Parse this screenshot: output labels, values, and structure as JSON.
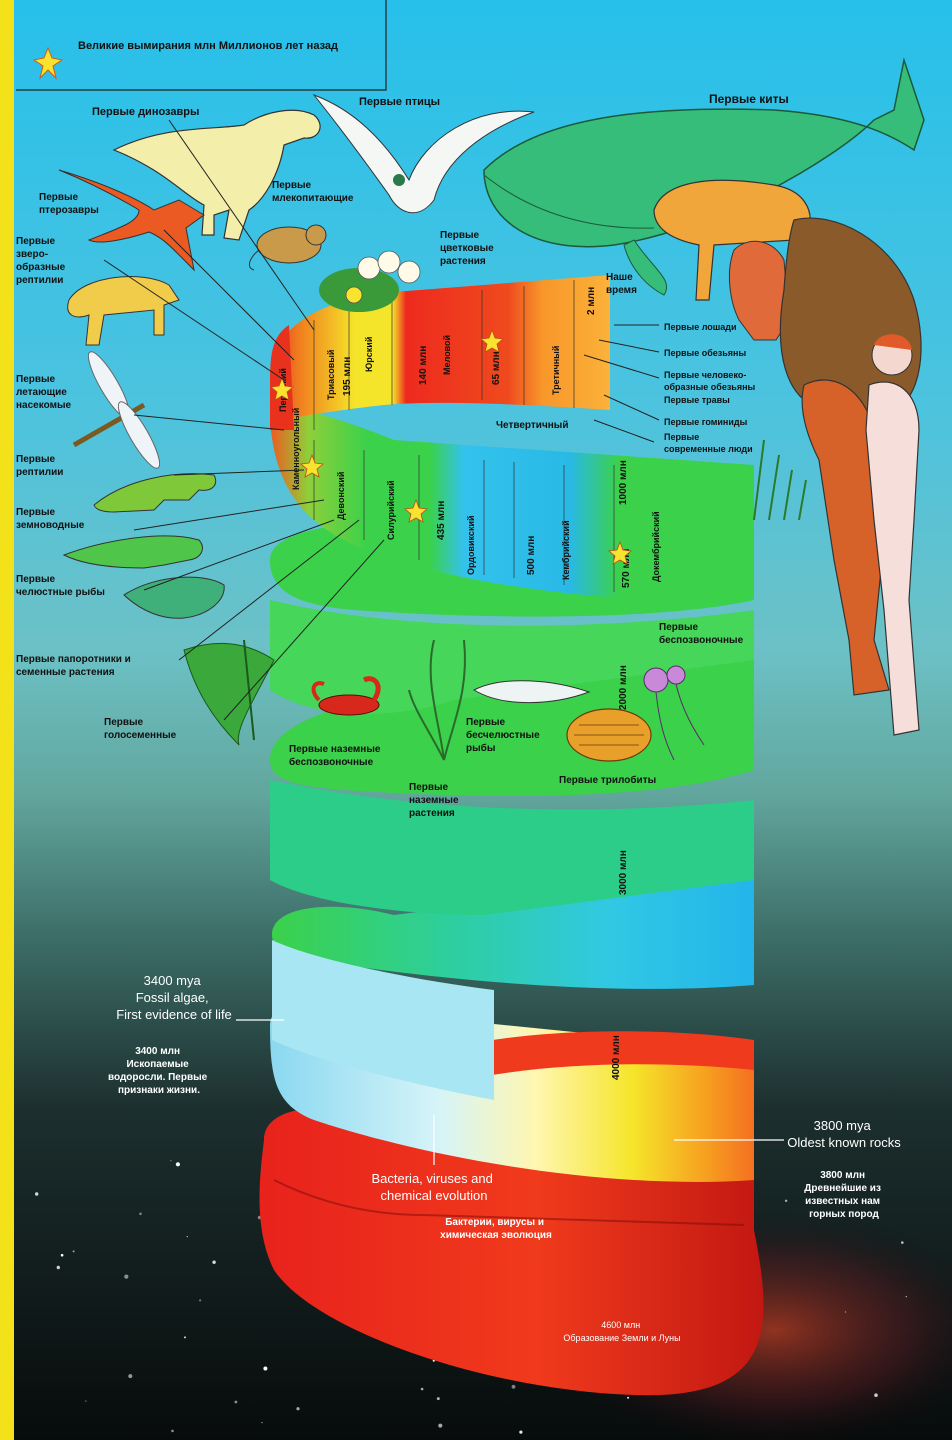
{
  "colors": {
    "frame": "#f3e21a",
    "sky_top": "#2cc3ea",
    "sky_mid": "#5fc6cf",
    "space_dark": "#0a1010",
    "band_red": "#ee2a1e",
    "band_orange": "#f78a1e",
    "band_yellow": "#f5e52a",
    "band_green": "#3bd14a",
    "band_cyan": "#27c2ee",
    "band_light": "#bdeff6"
  },
  "legend": {
    "text": "Великие вымирания млн Миллионов лет назад",
    "icon": "star-burst-icon"
  },
  "top_labels": {
    "first_dinosaurs": "Первые динозавры",
    "first_birds": "Первые птицы",
    "first_whales": "Первые киты",
    "first_mammals": [
      "Первые",
      "млекопитающие"
    ],
    "first_pterosaurs": [
      "Первые",
      "птерозавры"
    ],
    "first_theromorphs": [
      "Первые",
      "зверо-",
      "образные",
      "рептилии"
    ],
    "first_flowering": [
      "Первые",
      "цветковые",
      "растения"
    ],
    "our_time": [
      "Наше",
      "время"
    ]
  },
  "left_labels": {
    "flying_insects": [
      "Первые",
      "летающие",
      "насекомые"
    ],
    "reptiles": [
      "Первые",
      "рептилии"
    ],
    "amphibians": [
      "Первые",
      "земноводные"
    ],
    "jawed_fish": [
      "Первые",
      "челюстные рыбы"
    ],
    "ferns": [
      "Первые папоротники и",
      "семенные растения"
    ],
    "gymnosperms": [
      "Первые",
      "голосеменные"
    ]
  },
  "right_labels": {
    "horses": "Первые лошади",
    "monkeys": "Первые обезьяны",
    "apes": [
      "Первые человеко-",
      "образные обезьяны"
    ],
    "grasses": "Первые травы",
    "hominids": "Первые гоминиды",
    "modern_humans": [
      "Первые",
      "современные люди"
    ],
    "quaternary": "Четвертичный",
    "invertebrates": [
      "Первые",
      "беспозвоночные"
    ]
  },
  "middle_labels": {
    "land_invertebrates": [
      "Первые наземные",
      "беспозвоночные"
    ],
    "land_plants": [
      "Первые",
      "наземные",
      "растения"
    ],
    "jawless_fish": [
      "Первые",
      "бесчелюстные",
      "рыбы"
    ],
    "trilobites": "Первые трилобиты"
  },
  "band_periods": {
    "permian": "Пермский",
    "triassic": "Триасовый",
    "jurassic": "Юрский",
    "cretaceous": "Меловой",
    "tertiary": "Третичный",
    "carboniferous": "Каменноугольный",
    "devonian": "Девонский",
    "silurian": "Силурийский",
    "ordovician": "Ордовикский",
    "cambrian": "Кембрийский",
    "precambrian": "Докембрийский"
  },
  "band_ages": {
    "m2": "2 млн",
    "m65": "65 млн",
    "m140": "140 млн",
    "m195": "195 млн",
    "m435": "435 млн",
    "m500": "500 млн",
    "m570": "570 млн",
    "m1000": "1000 млн",
    "m2000": "2000 млн",
    "m3000": "3000 млн",
    "m4000": "4000 млн"
  },
  "lower_labels": {
    "fossil_en": [
      "3400 mya",
      "Fossil algae,",
      "First evidence of life"
    ],
    "fossil_ru": [
      "3400 млн",
      "Ископаемые",
      "водоросли. Первые",
      "признаки жизни."
    ],
    "rocks_en": [
      "3800 mya",
      "Oldest known rocks"
    ],
    "rocks_ru": [
      "3800 млн",
      "Древнейшие из",
      "известных нам",
      "горных пород"
    ],
    "bacteria_en": [
      "Bacteria, viruses and",
      "chemical evolution"
    ],
    "bacteria_ru": [
      "Бактерии, вирусы и",
      "химическая эволюция"
    ],
    "earth_ru": [
      "4600 млн",
      "Образование Земли и Луны"
    ]
  },
  "icons": [
    "dinosaur-icon",
    "bird-icon",
    "whale-icon",
    "horse-icon",
    "ape-icon",
    "human-icon",
    "dragonfly-icon",
    "scorpion-icon",
    "trilobite-icon",
    "jellyfish-icon",
    "fern-icon",
    "flower-icon",
    "star-burst-icon"
  ]
}
